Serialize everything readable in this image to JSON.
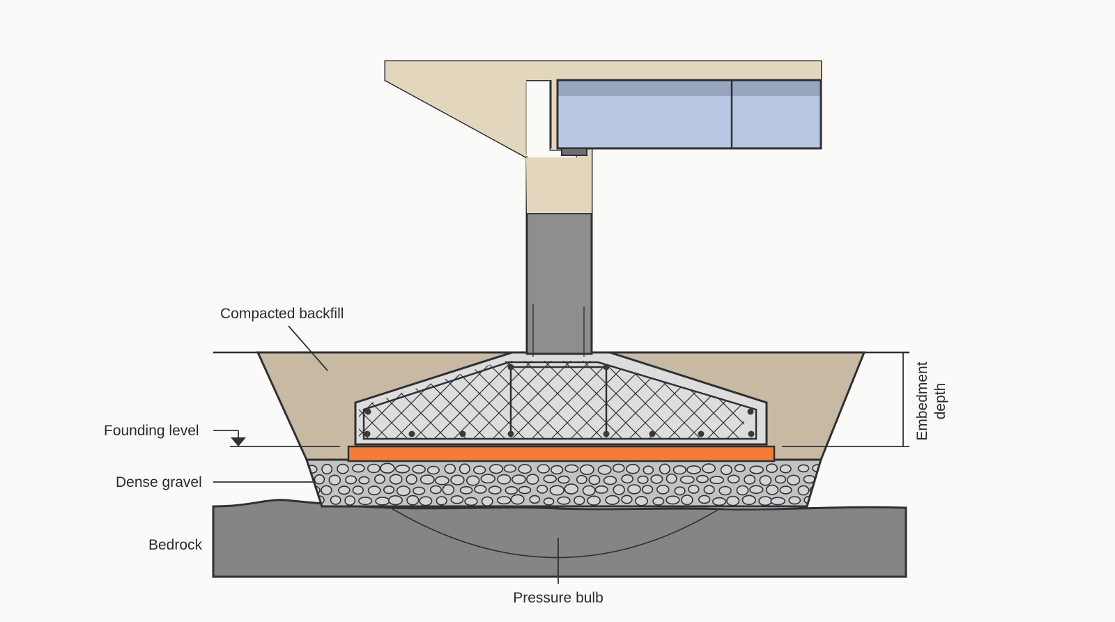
{
  "labels": {
    "compacted_backfill": "Compacted backfill",
    "founding_level": "Founding level",
    "dense_gravel": "Dense gravel",
    "bedrock": "Bedrock",
    "pressure_bulb": "Pressure bulb",
    "embedment_line1": "Embedment",
    "embedment_line2": "depth"
  },
  "colors": {
    "outline": "#2e3033",
    "pier_cap": "#e2d6bd",
    "girder_fill": "#b8c8e2",
    "girder_top_band": "#98a6c0",
    "column": "#8e8e8e",
    "backfill": "#c8b9a2",
    "footing": "#dddddd",
    "lean_concrete_pad": "#f47b38",
    "gravel_bg": "#c2c2c2",
    "gravel_stone": "#d4d4d4",
    "bedrock": "#858585",
    "background": "#fafaf8"
  }
}
